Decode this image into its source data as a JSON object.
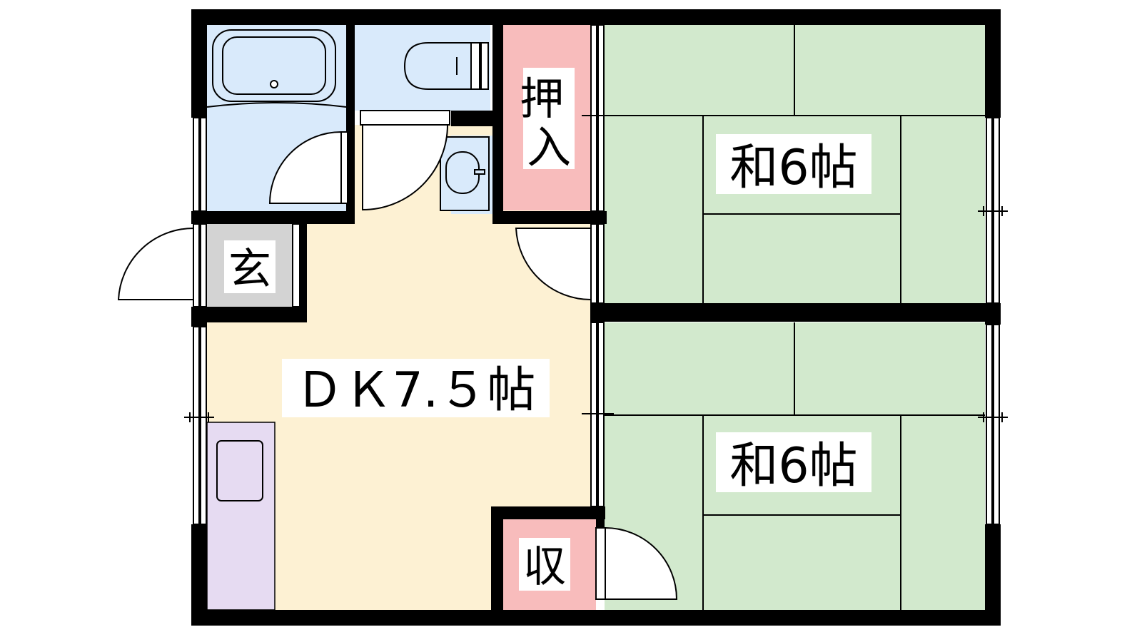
{
  "rooms": {
    "washitsu_upper": {
      "label": "和6帖"
    },
    "washitsu_lower": {
      "label": "和6帖"
    },
    "dk": {
      "label": "ＤＫ7.５帖"
    },
    "genkan": {
      "label": "玄"
    },
    "oshiire": {
      "label": "押入"
    },
    "shuno": {
      "label": "収"
    }
  },
  "colors": {
    "wall": "#000000",
    "tatami": "#d2e9cd",
    "dk_floor": "#fdf1d3",
    "wet_area": "#d9eafb",
    "closet": "#f8bcbc",
    "genkan": "#d3d3d3",
    "kitchen": "#e6dbf2"
  },
  "icons": [
    "bathtub-icon",
    "toilet-icon",
    "washbasin-icon",
    "sink-icon",
    "door-swing-icon",
    "window-icon"
  ]
}
